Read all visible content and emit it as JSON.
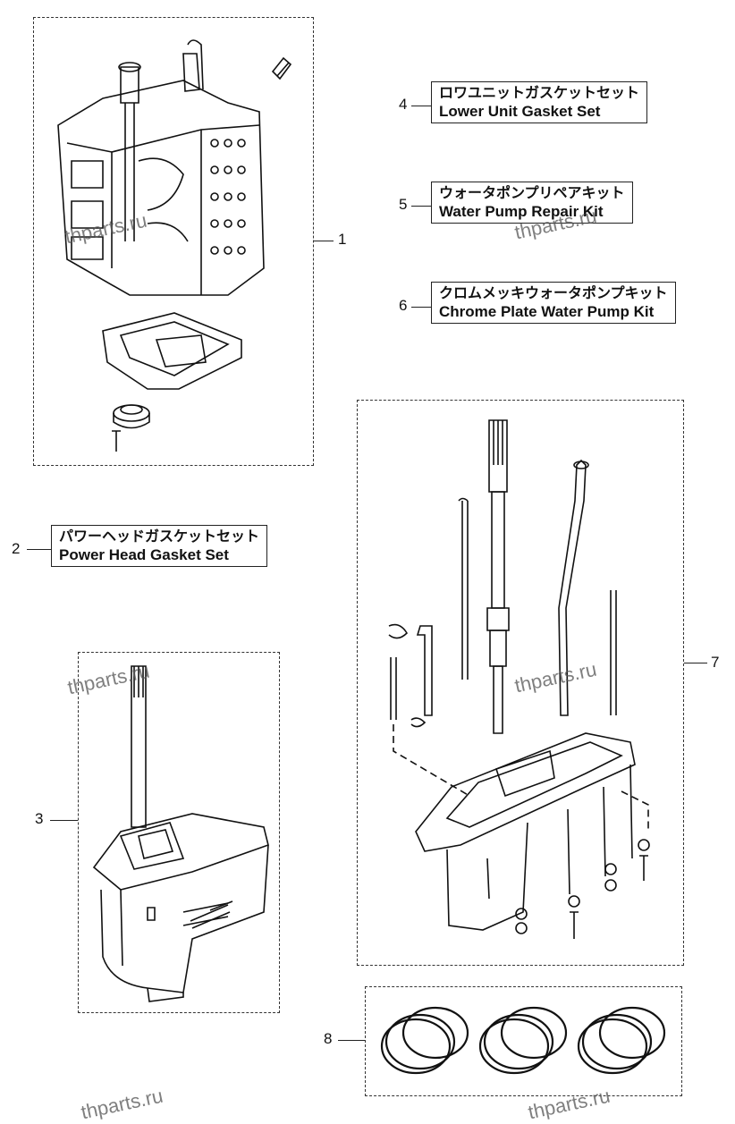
{
  "callouts": [
    {
      "num": "1"
    },
    {
      "num": "2",
      "jp": "パワーヘッドガスケットセット",
      "en": "Power Head Gasket Set"
    },
    {
      "num": "3"
    },
    {
      "num": "4",
      "jp": "ロワユニットガスケットセット",
      "en": "Lower Unit Gasket Set"
    },
    {
      "num": "5",
      "jp": "ウォータポンプリペアキット",
      "en": "Water Pump Repair Kit"
    },
    {
      "num": "6",
      "jp": "クロムメッキウォータポンプキット",
      "en": "Chrome Plate Water Pump Kit"
    },
    {
      "num": "7"
    },
    {
      "num": "8"
    }
  ],
  "watermark": "thparts.ru",
  "icons": [
    "power-head-icon",
    "lower-unit-icon",
    "upper-casing-icon",
    "piston-rings-icon"
  ]
}
